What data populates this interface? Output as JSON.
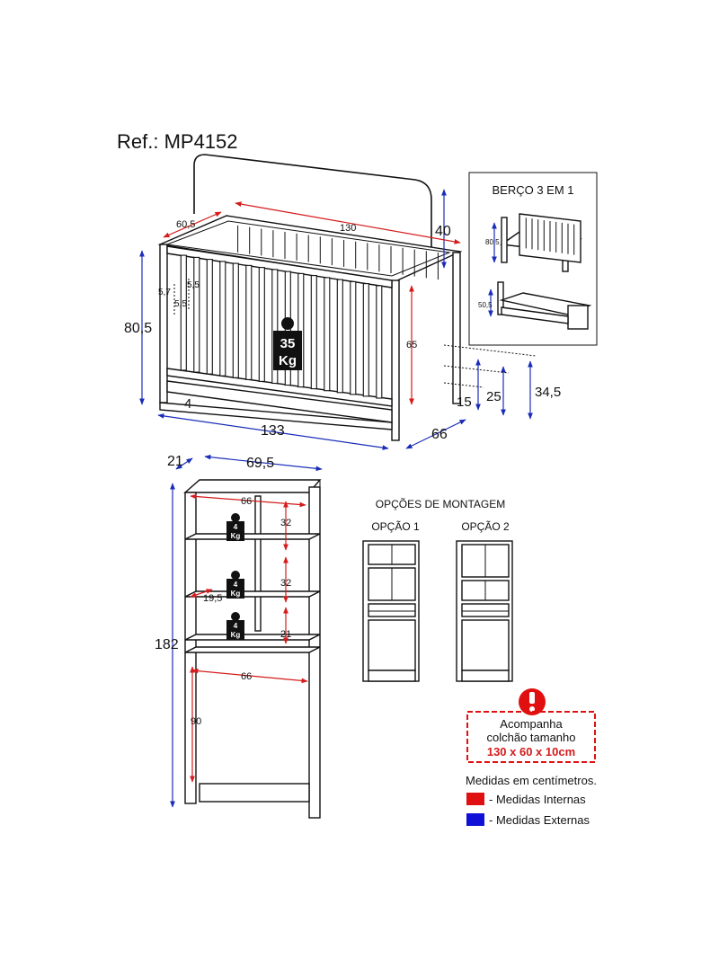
{
  "ref": "Ref.: MP4152",
  "crib": {
    "dims": {
      "height_outer": "80,5",
      "width_outer": "133",
      "depth_outer": "66",
      "depth_inner": "60,5",
      "length_inner": "130",
      "rail_height": "40",
      "inner_height": "65",
      "d_57": "5,7",
      "d_55a": "5,5",
      "d_55b": "5,5",
      "base": "4",
      "h15": "15",
      "h25": "25",
      "h345": "34,5"
    },
    "weight_num": "35",
    "weight_unit": "Kg"
  },
  "berco_box": {
    "title": "BERÇO 3 EM 1",
    "h1": "80,5",
    "h2": "50,5"
  },
  "cabinet": {
    "depth": "21",
    "width": "69,5",
    "height": "182",
    "inner_w_top": "66",
    "inner_w_bottom": "66",
    "shelf1": "32",
    "shelf2": "32",
    "shelf3": "21",
    "inner_depth": "19,5",
    "bottom_h": "90",
    "weight_num": "4",
    "weight_unit": "Kg"
  },
  "montagem": {
    "title": "OPÇÕES DE MONTAGEM",
    "opt1": "OPÇÃO 1",
    "opt2": "OPÇÃO 2"
  },
  "notice": {
    "line1": "Acompanha",
    "line2": "colchão tamanho",
    "line3": "130 x 60 x 10cm"
  },
  "legend": {
    "title": "Medidas em centímetros.",
    "internal": "- Medidas Internas",
    "external": "- Medidas Externas",
    "color_internal": "#e01010",
    "color_external": "#1010d8"
  }
}
